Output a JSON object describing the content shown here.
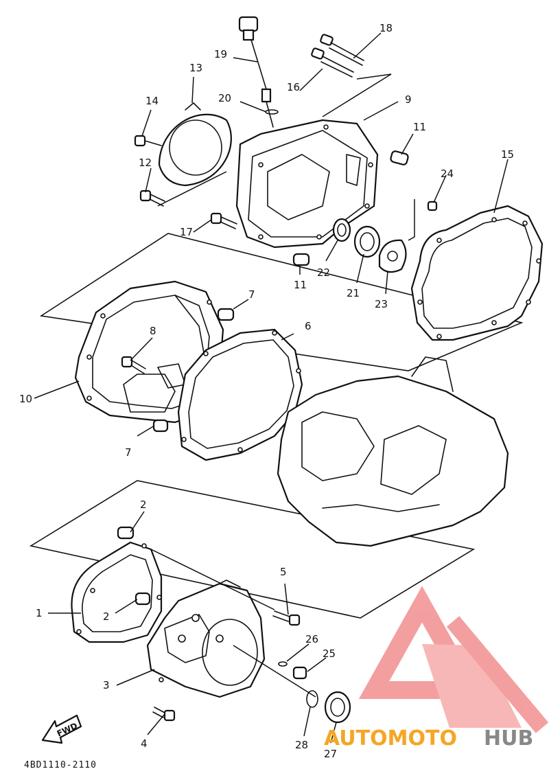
{
  "diagram_code": "4BD1110-2110",
  "fwd_label": "FWD",
  "watermark": {
    "part1": "AUTOMOTO",
    "part2": "HUB",
    "color_primary": "#f08080",
    "color_secondary": "#f5a623",
    "color_dark": "#888888"
  },
  "callouts": {
    "n1": "1",
    "n2a": "2",
    "n2b": "2",
    "n3": "3",
    "n4": "4",
    "n5": "5",
    "n6": "6",
    "n7a": "7",
    "n7b": "7",
    "n8": "8",
    "n9": "9",
    "n10": "10",
    "n11a": "11",
    "n11b": "11",
    "n12": "12",
    "n13": "13",
    "n14": "14",
    "n15": "15",
    "n16": "16",
    "n17": "17",
    "n18": "18",
    "n19": "19",
    "n20": "20",
    "n21": "21",
    "n22": "22",
    "n23": "23",
    "n24": "24",
    "n25": "25",
    "n26": "26",
    "n27": "27",
    "n28": "28"
  }
}
